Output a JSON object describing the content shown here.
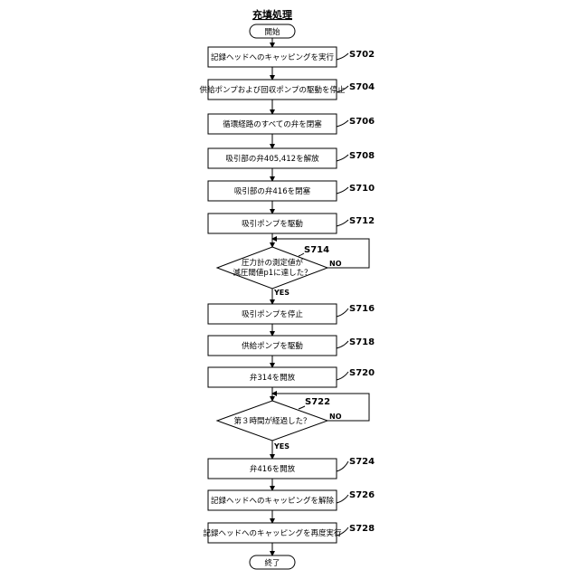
{
  "title": "充填処理",
  "start_label": "開始",
  "end_label": "終了",
  "steps": [
    {
      "label": "記録ヘッドへのキャッピングを実行",
      "step": "S702"
    },
    {
      "label": "供給ポンプおよび回収ポンプの駆動を停止",
      "step": "S704"
    },
    {
      "label": "循環経路のすべての弁を閉塞",
      "step": "S706"
    },
    {
      "label": "吸引部の弁405,412を解放",
      "step": "S708"
    },
    {
      "label": "吸引部の弁416を閉塞",
      "step": "S710"
    },
    {
      "label": "吸引ポンプを駆動",
      "step": "S712"
    },
    {
      "label": "吸引ポンプを停止",
      "step": "S716"
    },
    {
      "label": "供給ポンプを駆動",
      "step": "S718"
    },
    {
      "label": "弁314を開放",
      "step": "S720"
    },
    {
      "label": "弁416を開放",
      "step": "S724"
    },
    {
      "label": "記録ヘッドへのキャッピングを解除",
      "step": "S726"
    },
    {
      "label": "記録ヘッドへのキャッピングを再度実行",
      "step": "S728"
    }
  ],
  "decisions": [
    {
      "line1": "圧力計の測定値が",
      "line2": "減圧閾値p1に達した？",
      "step": "S714",
      "no": "NO",
      "yes": "YES"
    },
    {
      "line1": "第３時間が経過した？",
      "line2": "",
      "step": "S722",
      "no": "NO",
      "yes": "YES"
    }
  ]
}
